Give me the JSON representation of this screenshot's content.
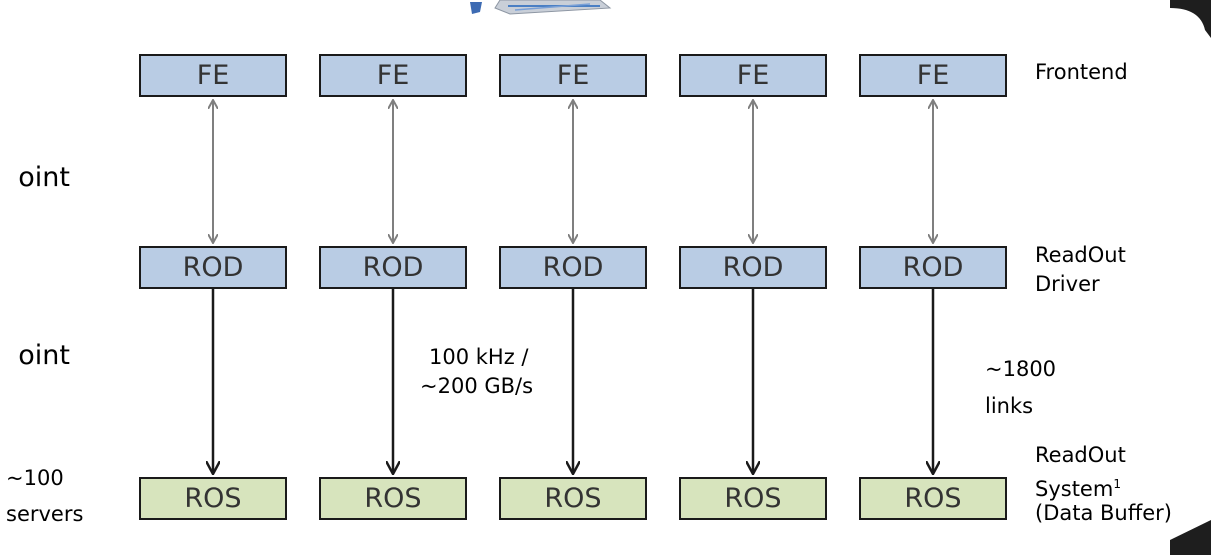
{
  "diagram": {
    "columns": [
      {
        "frontend": "FE",
        "driver": "ROD",
        "system": "ROS"
      },
      {
        "frontend": "FE",
        "driver": "ROD",
        "system": "ROS"
      },
      {
        "frontend": "FE",
        "driver": "ROD",
        "system": "ROS"
      },
      {
        "frontend": "FE",
        "driver": "ROD",
        "system": "ROS"
      },
      {
        "frontend": "FE",
        "driver": "ROD",
        "system": "ROS"
      }
    ],
    "row_labels": {
      "frontend": "Frontend",
      "driver_line1": "ReadOut",
      "driver_line2": "Driver",
      "system_line1": "ReadOut",
      "system_line2": "System",
      "system_footnote": "1",
      "system_line3": "(Data Buffer)"
    },
    "annotations": {
      "rate_line1": "100 kHz /",
      "rate_line2": "~200 GB/s",
      "links_line1": "~1800",
      "links_line2": "links",
      "servers_line1": "~100",
      "servers_line2": "servers"
    },
    "clipped_left_text": {
      "upper": "oint",
      "lower": "oint"
    }
  },
  "colors": {
    "fe_rod_fill": "#b9cce4",
    "ros_fill": "#d7e4bd",
    "border": "#1a1a1a",
    "arrow_dark": "#1a1a1a",
    "arrow_gray": "#7f7f7f"
  },
  "icons": [
    "detector-graphic-icon",
    "slide-edge-bracket-icon"
  ]
}
